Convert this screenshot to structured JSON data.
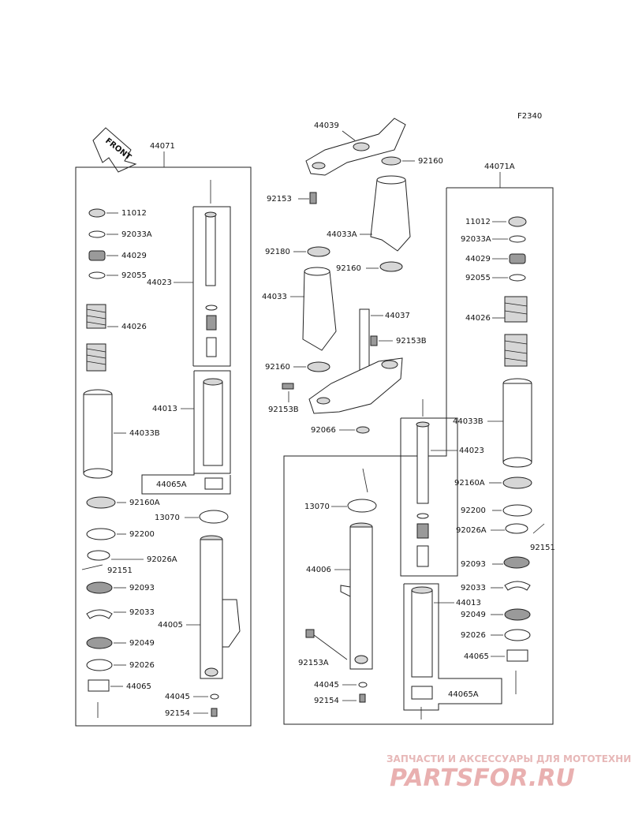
{
  "diagram": {
    "code": "F2340",
    "front_label": "FRONT",
    "assemblies": {
      "left": "44071",
      "right": "44071A"
    },
    "parts_left": {
      "p11012": "11012",
      "p92033A": "92033A",
      "p44029": "44029",
      "p92055": "92055",
      "p44026": "44026",
      "p44023": "44023",
      "p44013": "44013",
      "p44033B": "44033B",
      "p44065A": "44065A",
      "p92160A": "92160A",
      "p13070": "13070",
      "p92200": "92200",
      "p92026A": "92026A",
      "p92151": "92151",
      "p92093": "92093",
      "p92033": "92033",
      "p44005": "44005",
      "p92049": "92049",
      "p92026": "92026",
      "p44065": "44065",
      "p44045": "44045",
      "p92154": "92154"
    },
    "parts_center": {
      "p44039": "44039",
      "p92160a": "92160",
      "p92153": "92153",
      "p44033A": "44033A",
      "p92180": "92180",
      "p92160b": "92160",
      "p44033": "44033",
      "p44037": "44037",
      "p92153B_a": "92153B",
      "p92160c": "92160",
      "p92153B_b": "92153B",
      "p92066": "92066"
    },
    "parts_right": {
      "p11012": "11012",
      "p92033A": "92033A",
      "p44029": "44029",
      "p92055": "92055",
      "p44026": "44026",
      "p44033B": "44033B",
      "p44023": "44023",
      "p92160A": "92160A",
      "p13070": "13070",
      "p92200": "92200",
      "p92026A": "92026A",
      "p92151": "92151",
      "p44006": "44006",
      "p92093": "92093",
      "p92033": "92033",
      "p44013": "44013",
      "p92049": "92049",
      "p92153A": "92153A",
      "p92026": "92026",
      "p44065": "44065",
      "p44045": "44045",
      "p44065A": "44065A",
      "p92154": "92154"
    }
  },
  "watermark": {
    "line1": "ЗАПЧАСТИ И АКСЕССУАРЫ ДЛЯ МОТОТЕХНИКИ",
    "line2": "PARTSFOR.RU"
  }
}
